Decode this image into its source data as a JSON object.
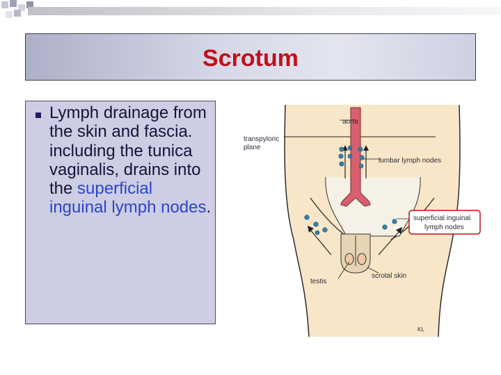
{
  "slide": {
    "title": "Scrotum",
    "bullet": {
      "text_before": "Lymph drainage from the skin and fascia. including the tunica vaginalis, drains into the ",
      "highlight": "superficial inguinal lymph nodes",
      "text_after": "."
    }
  },
  "diagram": {
    "labels": {
      "aorta": "aorta",
      "transpyloric_1": "transpyloric",
      "transpyloric_2": "plane",
      "lumbar": "lumbar lymph nodes",
      "superficial_1": "superficial inguinal",
      "superficial_2": "lymph nodes",
      "testis": "testis",
      "scrotal_skin": "scrotal skin",
      "signature": "KL"
    }
  },
  "colors": {
    "title": "#c0101a",
    "highlight": "#2b46c8",
    "content_bg": "#cdcde4",
    "lymph_node": "#3a7fa8",
    "callout_box": "#c0101a"
  }
}
